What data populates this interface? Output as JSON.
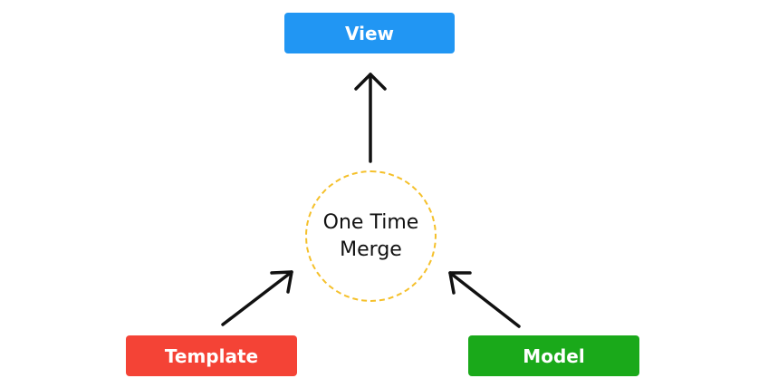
{
  "nodes": {
    "view": {
      "label": "View",
      "color": "#2196f3"
    },
    "template": {
      "label": "Template",
      "color": "#f44336"
    },
    "model": {
      "label": "Model",
      "color": "#1aa91a"
    }
  },
  "merge": {
    "line1": "One Time",
    "line2": "Merge",
    "border_color": "#f5c02a"
  },
  "edges": [
    {
      "from": "template",
      "to": "merge"
    },
    {
      "from": "model",
      "to": "merge"
    },
    {
      "from": "merge",
      "to": "view"
    }
  ]
}
